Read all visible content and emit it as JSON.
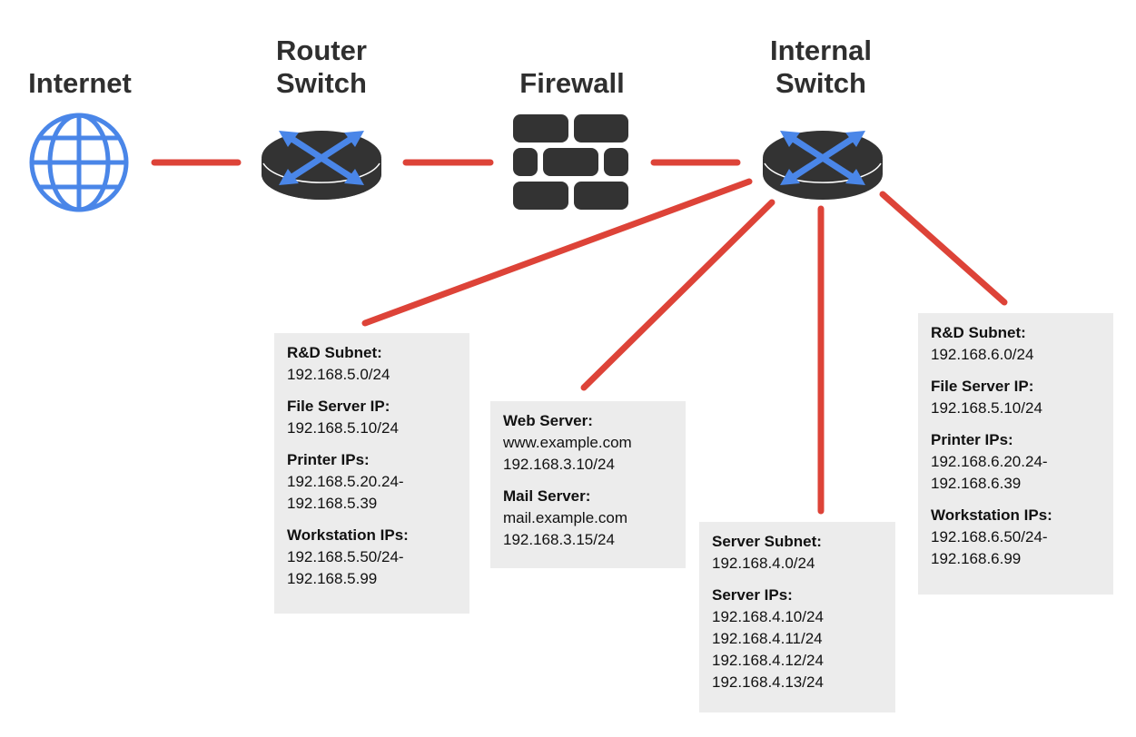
{
  "nodes": {
    "internet": {
      "label": "Internet",
      "icon": "globe-icon"
    },
    "router": {
      "label": "Router\nSwitch",
      "icon": "router-icon"
    },
    "firewall": {
      "label": "Firewall",
      "icon": "firewall-icon"
    },
    "internal_switch": {
      "label": "Internal\nSwitch",
      "icon": "switch-icon"
    }
  },
  "colors": {
    "link": "#dd4338",
    "device": "#333333",
    "arrow": "#4a86e8",
    "globe": "#4a86e8",
    "box_bg": "#ececec",
    "label": "#2f2f2f"
  },
  "boxes": {
    "rd_left": {
      "groups": [
        {
          "title": "R&D Subnet:",
          "lines": [
            "192.168.5.0/24"
          ]
        },
        {
          "title": "File Server IP:",
          "lines": [
            "192.168.5.10/24"
          ]
        },
        {
          "title": "Printer IPs:",
          "lines": [
            "192.168.5.20.24-",
            "192.168.5.39"
          ]
        },
        {
          "title": "Workstation IPs:",
          "lines": [
            "192.168.5.50/24-",
            "192.168.5.99"
          ]
        }
      ]
    },
    "web_mail": {
      "groups": [
        {
          "title": "Web Server:",
          "lines": [
            "www.example.com",
            "192.168.3.10/24"
          ]
        },
        {
          "title": "Mail Server:",
          "lines": [
            "mail.example.com",
            "192.168.3.15/24"
          ]
        }
      ]
    },
    "server": {
      "groups": [
        {
          "title": "Server Subnet:",
          "lines": [
            "192.168.4.0/24"
          ]
        },
        {
          "title": "Server IPs:",
          "lines": [
            "192.168.4.10/24",
            "192.168.4.11/24",
            "192.168.4.12/24",
            "192.168.4.13/24"
          ]
        }
      ]
    },
    "rd_right": {
      "groups": [
        {
          "title": "R&D Subnet:",
          "lines": [
            "192.168.6.0/24"
          ]
        },
        {
          "title": "File Server IP:",
          "lines": [
            "192.168.5.10/24"
          ]
        },
        {
          "title": "Printer IPs:",
          "lines": [
            "192.168.6.20.24-",
            "192.168.6.39"
          ]
        },
        {
          "title": "Workstation IPs:",
          "lines": [
            "192.168.6.50/24-",
            "192.168.6.99"
          ]
        }
      ]
    }
  }
}
